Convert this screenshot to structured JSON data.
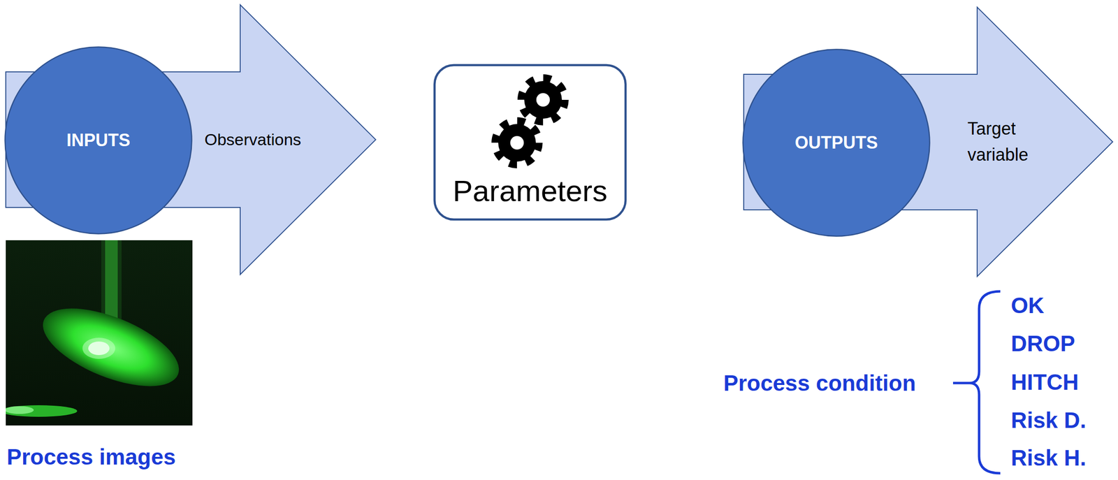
{
  "diagram": {
    "nodes": [
      {
        "text": [
          "INPUTS"
        ]
      },
      {
        "text": [
          "Observations"
        ]
      },
      {
        "text": [
          "Parameters"
        ]
      },
      {
        "text": [
          "OUTPUTS"
        ]
      },
      {
        "text": [
          "Target variable"
        ]
      }
    ],
    "labels": [
      "Process images",
      "Process condition",
      "OK",
      "DROP",
      "HITCH",
      "Risk D.",
      "Risk H."
    ]
  }
}
